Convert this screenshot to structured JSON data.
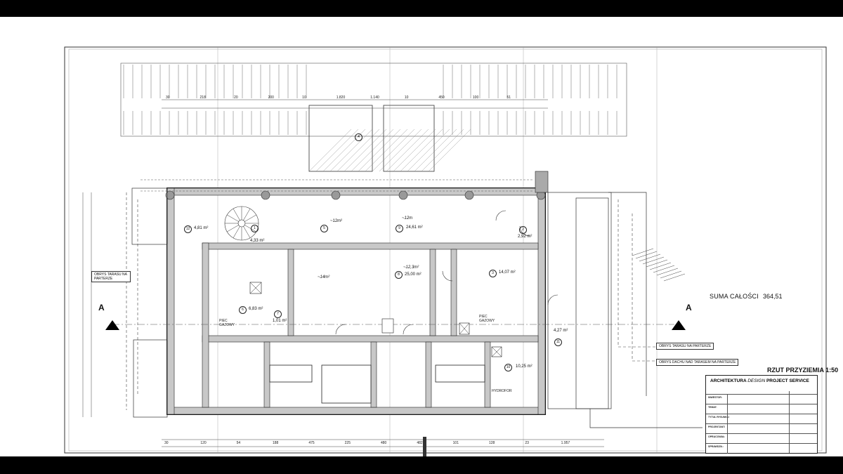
{
  "drawing": {
    "suma_label": "SUMA CAŁOŚCI",
    "suma_value": "364,51",
    "section_left": "A",
    "section_right": "A",
    "plan_title": "RZUT PRZYZIEMIA 1:50",
    "notes": {
      "obrys_tarasu_left": "OBRYS TARASU NA PARTERZE",
      "obrys_tarasu_right": "OBRYS TARASU NA PARTERZE",
      "obrys_dachu": "OBRYS DACHU NAD TARASEM NA PARTERZE"
    },
    "rooms": [
      {
        "num": "12",
        "area": "4,81 m²"
      },
      {
        "num": "1",
        "area": "4,33 m²"
      },
      {
        "num": "5",
        "area": "~12m²"
      },
      {
        "num": "9",
        "area": "24,61 m²"
      },
      {
        "num": "2",
        "area": "2,92 m²"
      },
      {
        "num": "3",
        "area": "14,07 m²"
      },
      {
        "num": "6",
        "area": "6,83 m²"
      },
      {
        "num": "7",
        "area": "1,01 m²"
      },
      {
        "num": "8",
        "area": "25,00 m²"
      },
      {
        "num": "11",
        "area": "4,27 m²"
      },
      {
        "num": "10",
        "area": "10,25 m²"
      },
      {
        "num": "4",
        "area": ""
      }
    ],
    "labels": {
      "hydrofor": "HYDROFOR",
      "piec_left": "PIEC GAZOWY",
      "piec_right": "PIEC GAZOWY",
      "handwritten_1": "~14m²",
      "handwritten_2": "~12,3m²",
      "handwritten_3": "~12m"
    },
    "dims_top": [
      "30",
      "218",
      "20",
      "200",
      "10",
      "1.820",
      "1.140",
      "10",
      "450",
      "100",
      "51"
    ],
    "dims_bottom": [
      "30",
      "120",
      "54",
      "188",
      "475",
      "225",
      "480",
      "482",
      "101",
      "128",
      "23",
      "1.957"
    ]
  },
  "title_block": {
    "firm": "ARCHITEKTURA",
    "firm_italic": "DESIGN",
    "firm_tail": "PROJECT SERVICE",
    "rows": [
      "INWESTOR:",
      "TEMAT:",
      "TYTUŁ RYSUNKU:",
      "PROJEKTANT:",
      "OPRACOWAŁ:",
      "SPRAWDZIŁ:"
    ]
  }
}
